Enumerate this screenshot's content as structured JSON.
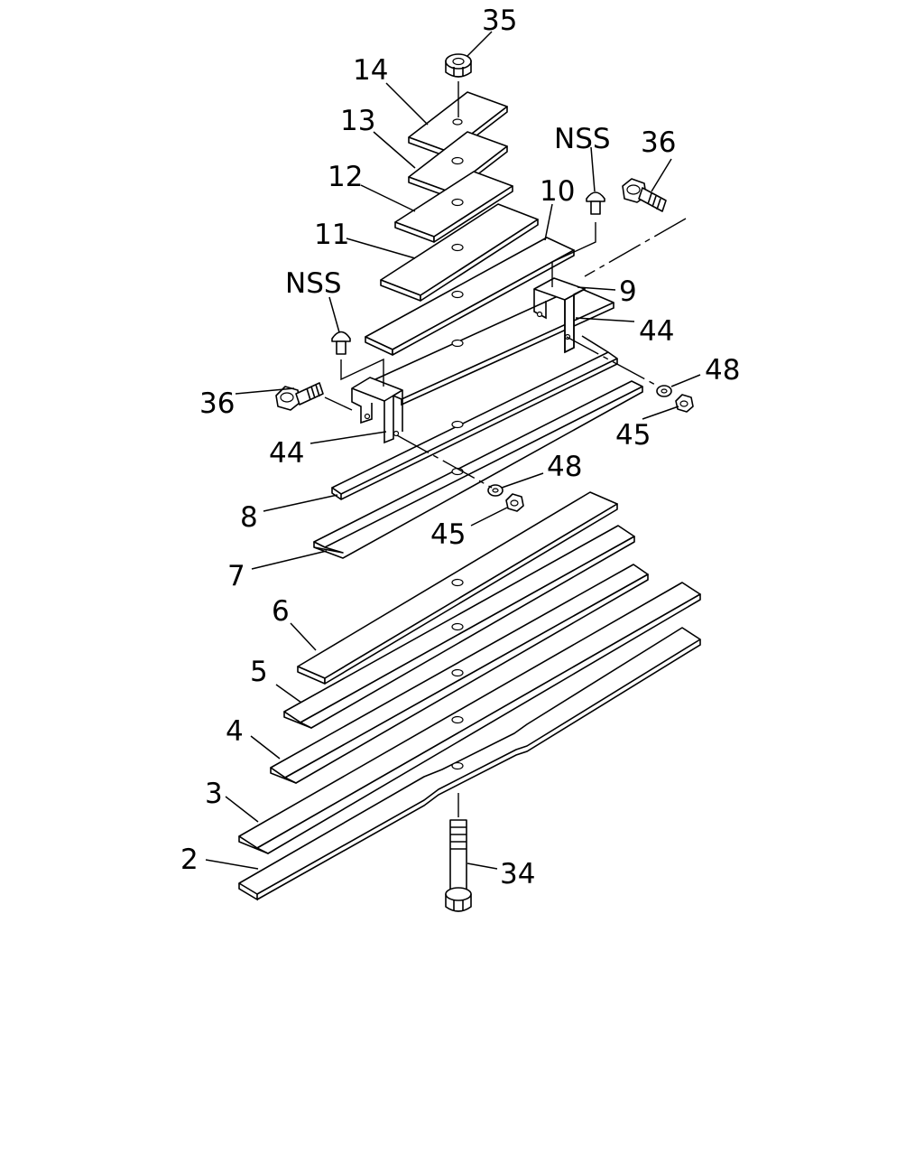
{
  "diagram": {
    "callouts": {
      "c35": "35",
      "c14": "14",
      "c13": "13",
      "c12": "12",
      "c11": "11",
      "c10": "10",
      "c9": "9",
      "c44_right": "44",
      "c44_left": "44",
      "nss_left": "NSS",
      "nss_right": "NSS",
      "c36_left": "36",
      "c36_right": "36",
      "c48_right": "48",
      "c48_left": "48",
      "c45_right": "45",
      "c45_left": "45",
      "c8": "8",
      "c7": "7",
      "c6": "6",
      "c5": "5",
      "c4": "4",
      "c3": "3",
      "c2": "2",
      "c34": "34"
    }
  }
}
